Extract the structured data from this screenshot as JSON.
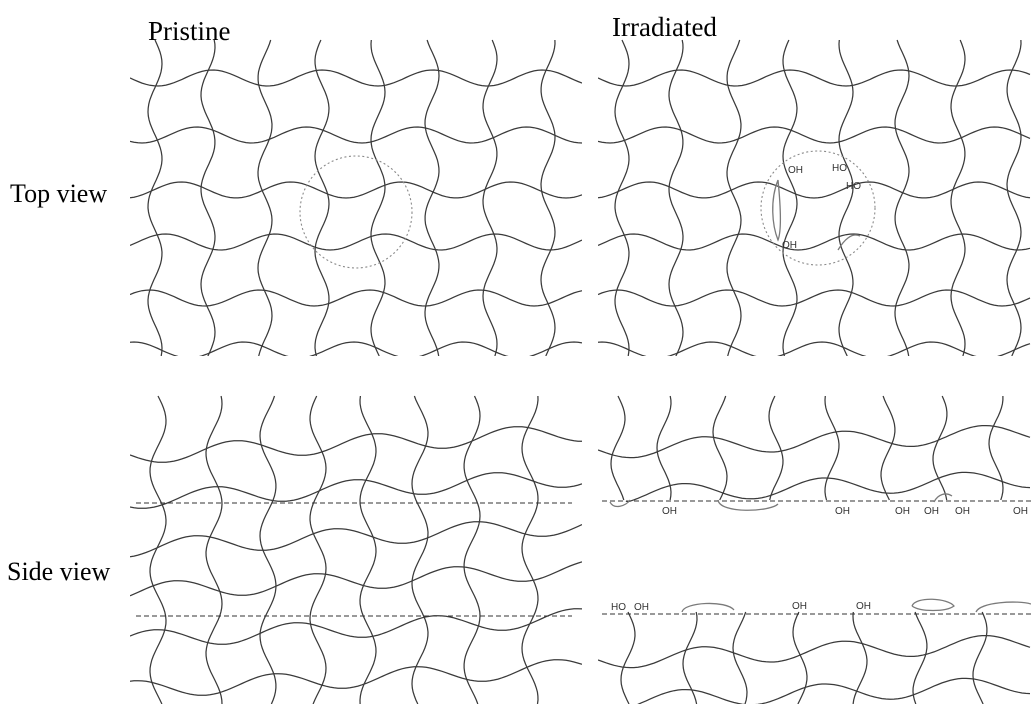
{
  "columns": {
    "pristine": "Pristine",
    "irradiated": "Irradiated"
  },
  "rows": {
    "top": "Top view",
    "side": "Side view"
  },
  "groups": {
    "top_irradiated": [
      "OH",
      "HO",
      "HO",
      "OH"
    ],
    "side_upper": [
      "OH",
      "OH",
      "OH",
      "OH",
      "OH",
      "OH"
    ],
    "side_lower": [
      "HO",
      "OH",
      "OH",
      "OH"
    ]
  },
  "colors": {
    "mesh_line": "#3a3a3a",
    "defect_line": "#7a7a7a",
    "dashed_circle": "#8a8a8a"
  }
}
